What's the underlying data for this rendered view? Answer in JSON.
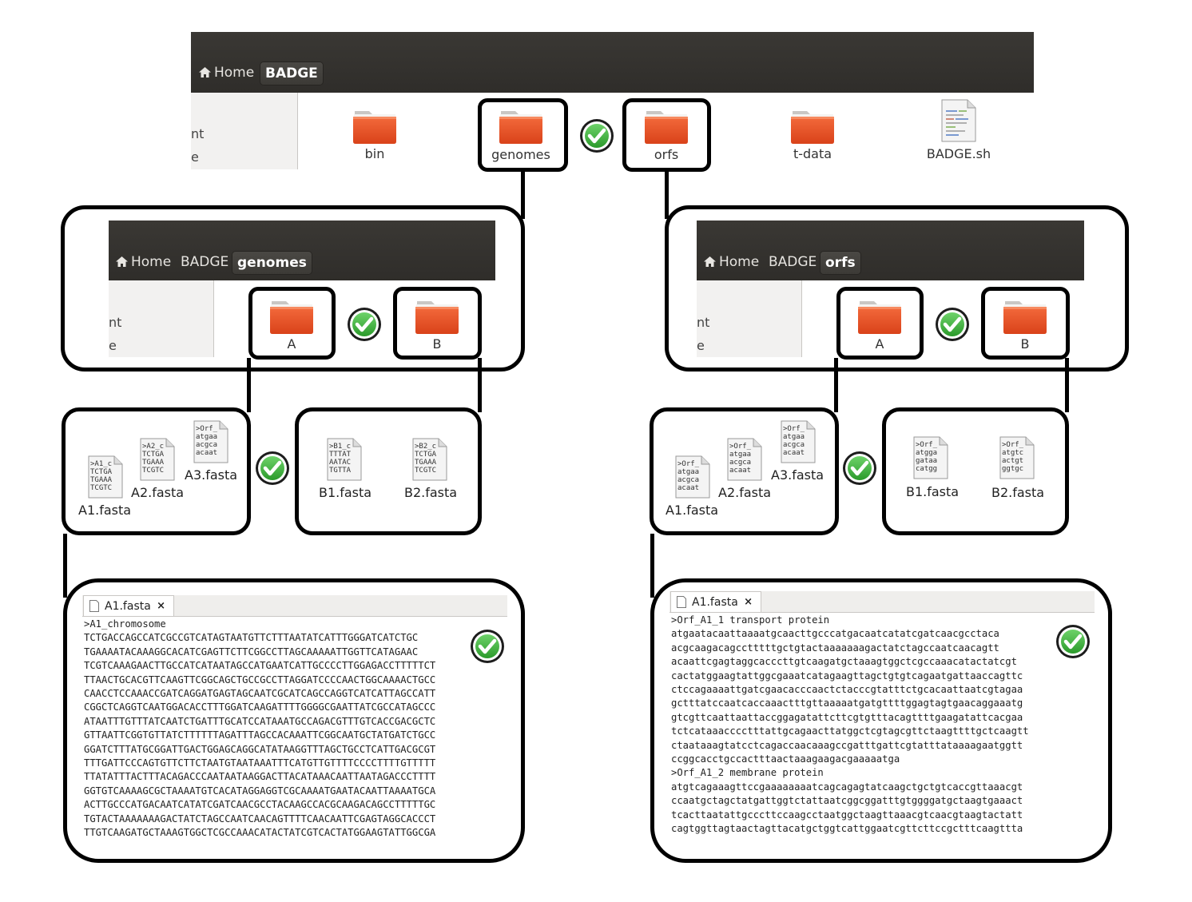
{
  "top": {
    "crumbs": [
      "Home",
      "BADGE"
    ],
    "sidebar_fragments": [
      "nt",
      "e"
    ],
    "items": [
      "bin",
      "genomes",
      "orfs",
      "t-data",
      "BADGE.sh"
    ]
  },
  "left_panel": {
    "crumbs": [
      "Home",
      "BADGE",
      "genomes"
    ],
    "sidebar_fragments": [
      "nt",
      "e"
    ],
    "folders": [
      "A",
      "B"
    ]
  },
  "right_panel": {
    "crumbs": [
      "Home",
      "BADGE",
      "orfs"
    ],
    "sidebar_fragments": [
      "nt",
      "e"
    ],
    "folders": [
      "A",
      "B"
    ]
  },
  "left_files_a": [
    {
      "name": "A1.fasta",
      "snippet": ">A1_c\nTCTGA\nTGAAA\nTCGTC"
    },
    {
      "name": "A2.fasta",
      "snippet": ">A2_c\nTCTGA\nTGAAA\nTCGTC"
    },
    {
      "name": "A3.fasta",
      "snippet": ">Orf_\natgaa\nacgca\nacaat"
    }
  ],
  "left_files_b": [
    {
      "name": "B1.fasta",
      "snippet": ">B1_c\nTTTAT\nAATAC\nTGTTA"
    },
    {
      "name": "B2.fasta",
      "snippet": ">B2_c\nTCTGA\nTGAAA\nTCGTC"
    }
  ],
  "right_files_a": [
    {
      "name": "A1.fasta",
      "snippet": ">Orf_\natgaa\nacgca\nacaat"
    },
    {
      "name": "A2.fasta",
      "snippet": ">Orf_\natgaa\nacgca\nacaat"
    },
    {
      "name": "A3.fasta",
      "snippet": ">Orf_\natgaa\nacgca\nacaat"
    }
  ],
  "right_files_b": [
    {
      "name": "B1.fasta",
      "snippet": ">Orf_\natgga\ngataa\ncatgg"
    },
    {
      "name": "B2.fasta",
      "snippet": ">Orf_\natgtc\nactgt\nggtgc"
    }
  ],
  "left_editor": {
    "tab": "A1.fasta",
    "close": "×",
    "text": ">A1_chromosome\nTCTGACCAGCCATCGCCGTCATAGTAATGTTCTTTAATATCATTTGGGATCATCTGC\nTGAAAATACAAAGGCACATCGAGTTCTTCGGCCTTAGCAAAAATTGGTTCATAGAAC\nTCGTCAAAGAACTTGCCATCATAATAGCCATGAATCATTGCCCCTTGGAGACCTTTTTCT\nTTAACTGCACGTTCAAGTTCGGCAGCTGCCGCCTTAGGATCCCCAACTGGCAAAACTGCC\nCAACCTCCAAACCGATCAGGATGAGTAGCAATCGCATCAGCCAGGTCATCATTAGCCATT\nCGGCTCAGGTCAATGGACACCTTTGGATCAAGATTTTGGGGCGAATTATCGCCATAGCCC\nATAATTTGTTTATCAATCTGATTTGCATCCATAAATGCCAGACGTTTGTCACCGACGCTC\nGTTAATTCGGTGTTATCTTTTTTAGATTTAGCCACAAATTCGGCAATGCTATGATCTGCC\nGGATCTTTATGCGGATTGACTGGAGCAGGCATATAAGGTTTAGCTGCCTCATTGACGCGT\nTTTGATTCCCAGTGTTCTTCTAATGTAATAAATTTCATGTTGTTTTCCCCTTTTGTTTTT\nTTATATTTACTTTACAGACCCAATAATAAGGACTTACATAAACAATTAATAGACCCTTTT\nGGTGTCAAAAGCGCTAAAATGTCACATAGGAGGTCGCAAAATGAATACAATTAAAATGCA\nACTTGCCCATGACAATCATATCGATCAACGCCTACAAGCCACGCAAGACAGCCTTTTTGC\nTGTACTAAAAAAAGACTATCTAGCCAATCAACAGTTTTCAACAATTCGAGTAGGCACCCT\nTTGTCAAGATGCTAAAGTGGCTCGCCAAACATACTATCGTCACTATGGAAGTATTGGCGA"
  },
  "right_editor": {
    "tab": "A1.fasta",
    "close": "×",
    "text": ">Orf_A1_1 transport protein\natgaatacaattaaaatgcaacttgcccatgacaatcatatcgatcaacgcctaca\nacgcaagacagcctttttgctgtactaaaaaaagactatctagccaatcaacagtt\nacaattcgagtaggcacccttgtcaagatgctaaagtggctcgccaaacatactatcgt\ncactatggaagtattggcgaaatcatagaagttagctgtgtcagaatgattaaccagttc\nctccagaaaattgatcgaacacccaactctacccgtatttctgcacaattaatcgtagaa\ngctttatccaatcaccaaactttgttaaaaatgatgttttggagtagtgaacaggaaatg\ngtcgttcaattaattaccggagatattcttcgtgtttacagttttgaagatattcacgaa\ntctcataaacccctttattgcagaacttatggctcgtagcgttctaagttttgctcaagtt\nctaataaagtatcctcagaccaacaaagccgatttgattcgtatttataaaagaatggtt\nccggcacctgccactttaactaaagaagacgaaaaatga\n>Orf_A1_2 membrane protein\natgtcagaaagttccgaaaaaaaatcagcagagtatcaagctgctgtcaccgttaaacgt\nccaatgctagctatgattggtctattaatcggcggatttgtggggatgctaagtgaaact\ntcacttaatattgcccttccaagcctaatggctaagttaaacgtcaacgtaagtactatt\ncagtggttagtaactagttacatgctggtcattggaatcgttcttccgctttcaagttta"
  }
}
